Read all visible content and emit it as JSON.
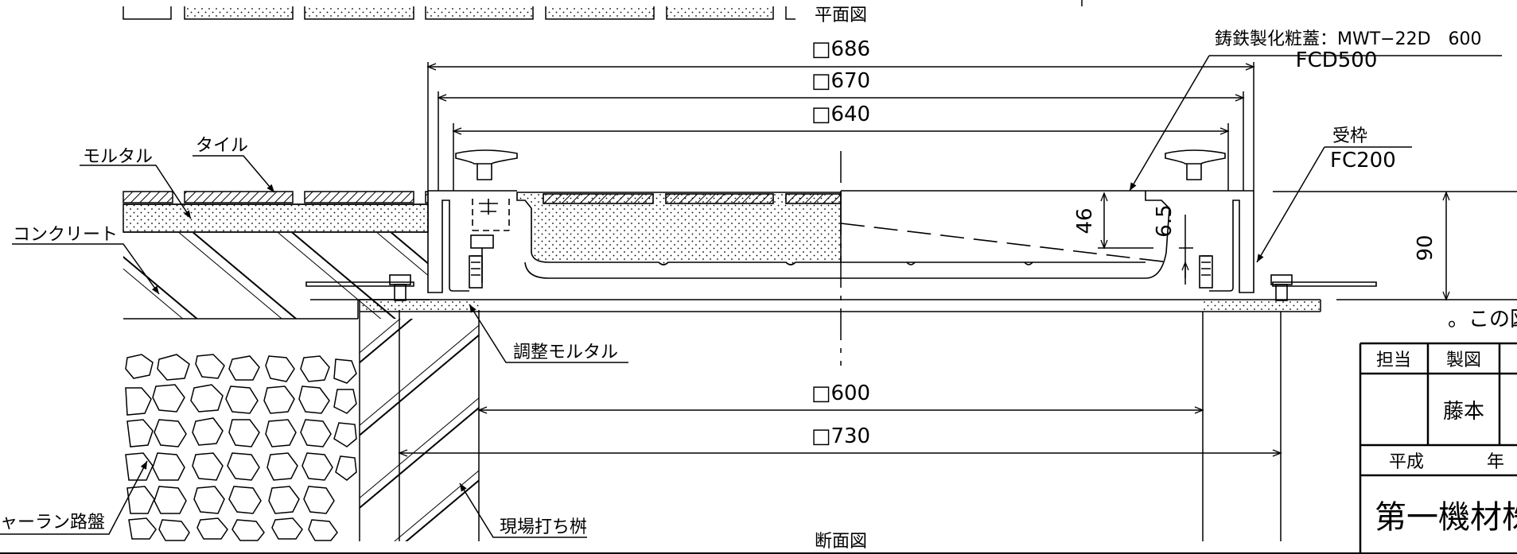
{
  "labels": {
    "plan_view": "平面図",
    "section_view": "断面図",
    "cover_name": "鋳鉄製化粧蓋：MWT−22D　600",
    "cover_material": "FCD500",
    "frame_name": "受枠",
    "frame_material": "FC200",
    "tile": "タイル",
    "mortar": "モルタル",
    "concrete": "コンクリート",
    "adjust_mortar": "調整モルタル",
    "crusher_run": "ャーラン路盤",
    "cast_in_place": "現場打ち桝",
    "note_fragment": "。この図"
  },
  "dimensions": {
    "d686": "□686",
    "d670": "□670",
    "d640": "□640",
    "d600": "□600",
    "d730": "□730",
    "d46": "46",
    "d6_5": "6.5",
    "d90": "90"
  },
  "title_block": {
    "col_charge": "担当",
    "col_drawing": "製図",
    "drafter": "藤本",
    "era": "平成",
    "year_unit": "年",
    "company_fragment": "第一機材株"
  },
  "colors": {
    "line": "#000000",
    "background": "#ffffff"
  }
}
